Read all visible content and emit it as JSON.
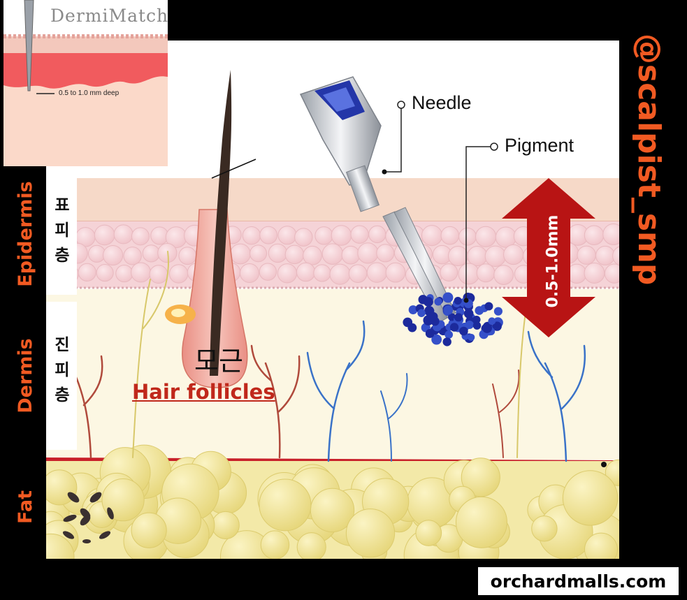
{
  "inset": {
    "brand": "DermiMatch",
    "depth_note": "0.5 to 1.0 mm deep"
  },
  "layers": {
    "epidermis": {
      "label": "Epidermis",
      "korean": [
        "표",
        "피",
        "층"
      ]
    },
    "dermis": {
      "label": "Dermis",
      "korean": [
        "진",
        "피",
        "층"
      ]
    },
    "fat": {
      "label": "Fat"
    }
  },
  "callouts": {
    "needle": "Needle",
    "pigment": "Pigment",
    "depth": "0.5-1.0mm",
    "follicle_korean": "모근",
    "follicle_english": "Hair follicles"
  },
  "watermark": {
    "handle": "@scalpist_smp",
    "site": "orchardmalls.com"
  },
  "colors": {
    "accent_orange": "#f15a22",
    "arrow_red": "#b81414",
    "pigment_blue": "#1c2a9c",
    "fat_yellow": "#efe39a"
  }
}
